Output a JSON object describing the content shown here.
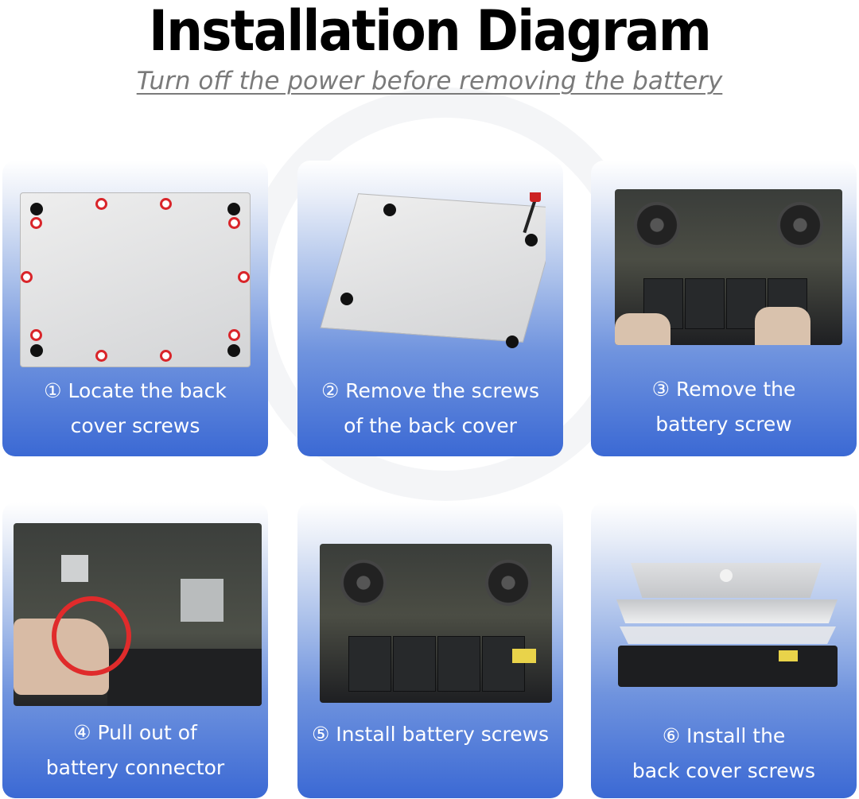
{
  "title": "Installation Diagram",
  "subtitle": "Turn off the power before removing the battery",
  "steps": [
    {
      "line1": "① Locate the back",
      "line2": "cover screws"
    },
    {
      "line1": "② Remove the screws",
      "line2": "of the back cover"
    },
    {
      "line1": "③ Remove the",
      "line2": "battery screw"
    },
    {
      "line1": "④ Pull out of",
      "line2": "battery connector"
    },
    {
      "line1": "⑤ Install battery screws",
      "line2": ""
    },
    {
      "line1": "⑥ Install the",
      "line2": "back cover screws"
    }
  ],
  "colors": {
    "card_bottom": "#3b69d4",
    "screw_marker": "#d9252a",
    "subtitle": "#7a7a7a"
  }
}
